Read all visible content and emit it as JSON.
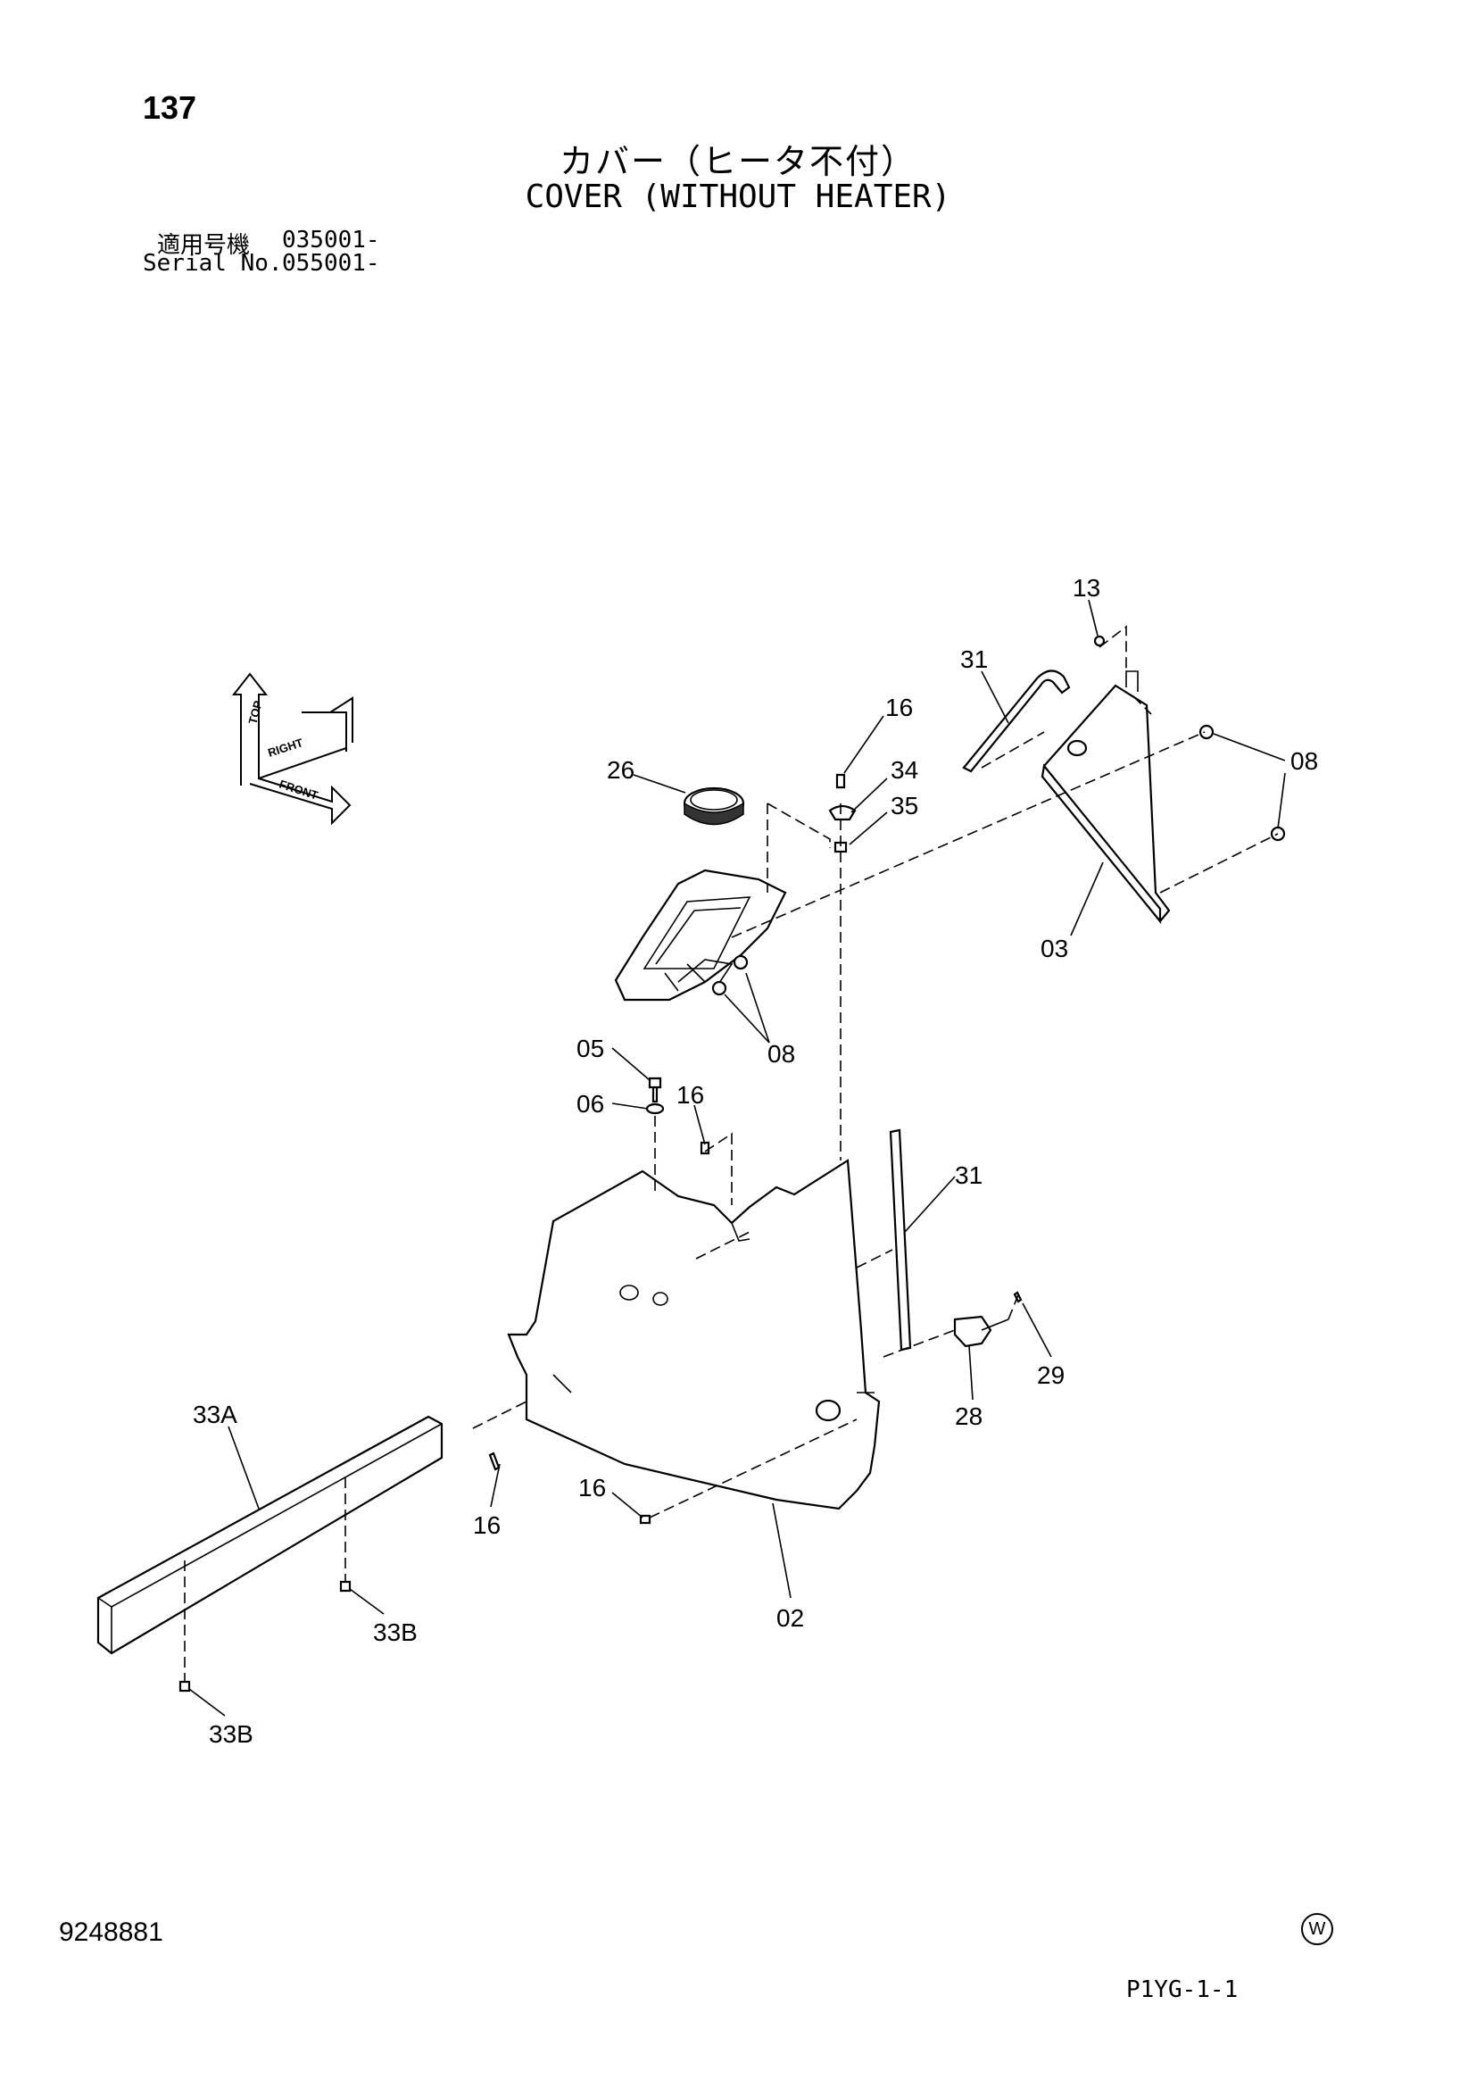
{
  "header": {
    "page_number": "137",
    "title_jp": "カバー（ヒータ不付）",
    "title_en": "COVER (WITHOUT HEATER)",
    "serial_jp_label": "適用号機",
    "serial_jp_value": "035001-",
    "serial_en_label": "Serial No.",
    "serial_en_value": "055001-"
  },
  "orientation_indicator": {
    "labels": [
      "TOP",
      "RIGHT",
      "FRONT"
    ]
  },
  "callouts": {
    "c13": "13",
    "c31_top": "31",
    "c16_top": "16",
    "c26": "26",
    "c34": "34",
    "c35": "35",
    "c08_right": "08",
    "c03": "03",
    "c08_mid": "08",
    "c05": "05",
    "c06": "06",
    "c16_mid": "16",
    "c31_mid": "31",
    "c29": "29",
    "c28": "28",
    "c33A": "33A",
    "c16_left": "16",
    "c16_bottom": "16",
    "c02": "02",
    "c33B_right": "33B",
    "c33B_left": "33B"
  },
  "footer": {
    "doc_number": "9248881",
    "mark": "W",
    "page_code": "P1YG-1-1"
  }
}
